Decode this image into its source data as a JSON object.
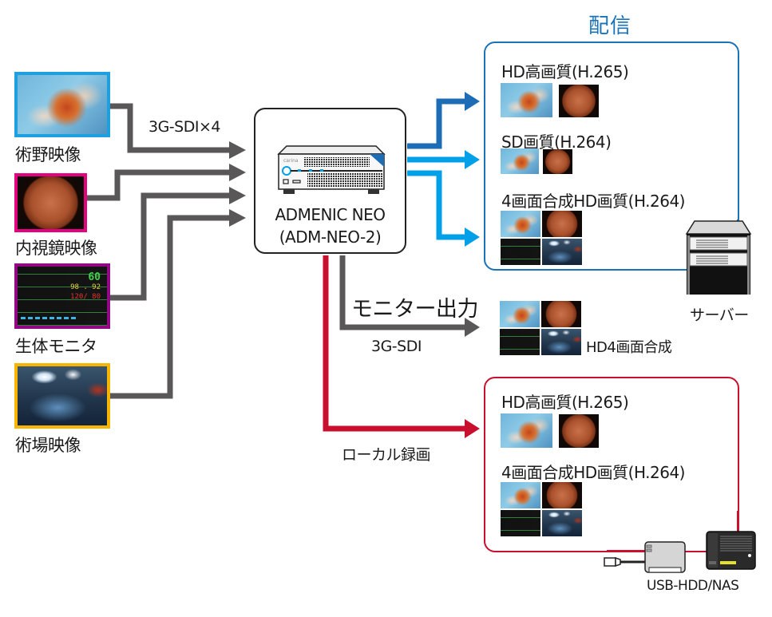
{
  "diagram": {
    "colors": {
      "input_line": "#595757",
      "distribution_dark": "#1c6db5",
      "distribution_light": "#00a0e9",
      "monitor_line": "#595757",
      "recording_line": "#c8102e",
      "distribution_panel_border": "#1a73b8",
      "recording_panel_border": "#c8102e"
    },
    "sources": [
      {
        "label": "術野映像",
        "image": "surgical-field-image",
        "border_color": "#1ea0e0"
      },
      {
        "label": "内視鏡映像",
        "image": "endoscope-image",
        "border_color": "#e4007f"
      },
      {
        "label": "生体モニタ",
        "image": "vital-monitor-image",
        "border_color": "#920783"
      },
      {
        "label": "術場映像",
        "image": "operating-room-image",
        "border_color": "#f8b500"
      }
    ],
    "input_connection_label": "3G-SDI×4",
    "device": {
      "name": "ADMENIC NEO",
      "model": "(ADM-NEO-2)",
      "brand_mark": "carina"
    },
    "distribution": {
      "title": "配信",
      "items": [
        {
          "label": "HD高画質(H.265)",
          "layout": "two-images"
        },
        {
          "label": "SD画質(H.264)",
          "layout": "two-images-small"
        },
        {
          "label": "4画面合成HD画質(H.264)",
          "layout": "quad"
        }
      ],
      "destination_label": "サーバー"
    },
    "monitor_output": {
      "title": "モニター出力",
      "connection_label": "3G-SDI",
      "result_label": "HD4画面合成"
    },
    "local_recording": {
      "title": "ローカル録画",
      "items": [
        {
          "label": "HD高画質(H.265)",
          "layout": "two-images"
        },
        {
          "label": "4画面合成HD画質(H.264)",
          "layout": "quad"
        }
      ],
      "destination_label": "USB-HDD/NAS"
    }
  }
}
